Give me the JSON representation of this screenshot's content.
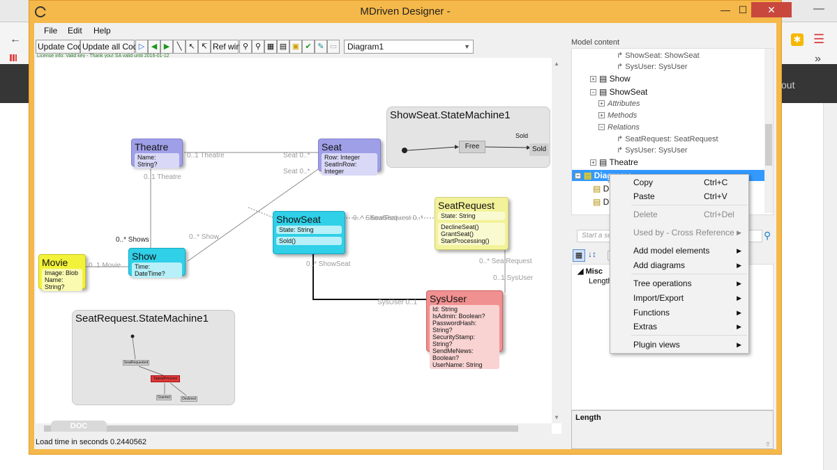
{
  "browser": {
    "tab_right_text": "out"
  },
  "window": {
    "title": "MDriven Designer -"
  },
  "menu": [
    "File",
    "Edit",
    "Help"
  ],
  "toolbar": {
    "update_code": "Update Code",
    "update_all_code": "Update all Code",
    "ref_win": "Ref win",
    "diagram_selected": "Diagram1"
  },
  "license_text": "License info:  Valid key - Thank you! SA valid until 2016-01-12",
  "diagram": {
    "classes": {
      "theatre": {
        "name": "Theatre",
        "attrs": [
          "Name: String?"
        ]
      },
      "seat": {
        "name": "Seat",
        "attrs": [
          "Row: Integer",
          "SeatInRow: Integer"
        ]
      },
      "showseat": {
        "name": "ShowSeat",
        "attrs": [
          "State: String"
        ],
        "methods": [
          "Sold()"
        ]
      },
      "seatrequest": {
        "name": "SeatRequest",
        "attrs": [
          "State: String"
        ],
        "methods": [
          "DeclineSeat()",
          "GrantSeat()",
          "StartProcessing()"
        ]
      },
      "movie": {
        "name": "Movie",
        "attrs": [
          "Image: Blob",
          "Name: String?"
        ]
      },
      "show": {
        "name": "Show",
        "attrs": [
          "Time: DateTime?"
        ]
      },
      "sysuser": {
        "name": "SysUser",
        "attrs": [
          "Id: String",
          "IsAdmin: Boolean?",
          "PasswordHash: String?",
          "SecurityStamp: String?",
          "SendMeNews: Boolean?",
          "UserName: String"
        ]
      }
    },
    "statemachines": {
      "showseat": {
        "title": "ShowSeat.StateMachine1",
        "states": [
          "Free",
          "Sold"
        ],
        "trigger": "Sold"
      },
      "seatrequest": {
        "title": "SeatRequest.StateMachine1",
        "states": [
          "SeatRequested",
          "TapestProcessi",
          "Granted",
          "Declined"
        ]
      }
    },
    "labels": {
      "theatre_mult": "0..1 Theatre",
      "seat_mult": "Seat 0..*",
      "seat_mult2": "Seat 0..*",
      "theatre_mult2": "0..1 Theatre",
      "shows": "0..* Shows",
      "show_mult": "0..* Show",
      "showseat_sr": "0..* ShowSeat",
      "seatrequest_mult": "SeatRequest 0..*",
      "showseat_mult": "0..* ShowSeat",
      "seatrequest_mult2": "0..* SeatRequest",
      "sysuser_mult": "0..1 SysUser",
      "sysuser_mult2": "SysUser 0..1",
      "movie_mult": "0..1 Movie"
    }
  },
  "doc_tab": "DOC",
  "status": "Load time in seconds 0.2440562",
  "tree": {
    "header": "Model content",
    "items": [
      {
        "text": "ShowSeat: ShowSeat",
        "type": "link"
      },
      {
        "text": "SysUser: SysUser",
        "type": "link"
      },
      {
        "text": "Show",
        "type": "class"
      },
      {
        "text": "ShowSeat",
        "type": "class"
      },
      {
        "text": "Attributes",
        "type": "group"
      },
      {
        "text": "Methods",
        "type": "group"
      },
      {
        "text": "Relations",
        "type": "group"
      },
      {
        "text": "SeatRequest: SeatRequest",
        "type": "link"
      },
      {
        "text": "SysUser: SysUser",
        "type": "link"
      },
      {
        "text": "Theatre",
        "type": "class"
      },
      {
        "text": "Diagrams",
        "type": "diagrams"
      },
      {
        "text": "Diag",
        "type": "diag"
      },
      {
        "text": "Diag",
        "type": "diag"
      }
    ]
  },
  "search_placeholder": "Start a sea",
  "props": {
    "section": "Misc",
    "row": "Length"
  },
  "desc_title": "Length",
  "context_menu": [
    {
      "label": "Copy",
      "shortcut": "Ctrl+C"
    },
    {
      "label": "Paste",
      "shortcut": "Ctrl+V"
    },
    {
      "label": "Delete",
      "shortcut": "Ctrl+Del",
      "disabled": true
    },
    {
      "label": "Used by - Cross Reference",
      "disabled": true,
      "sub": true
    },
    {
      "label": "Add model elements",
      "sub": true
    },
    {
      "label": "Add diagrams",
      "sub": true
    },
    {
      "label": "Tree operations",
      "sub": true
    },
    {
      "label": "Import/Export",
      "sub": true
    },
    {
      "label": "Functions",
      "sub": true
    },
    {
      "label": "Extras",
      "sub": true
    },
    {
      "label": "Plugin views",
      "sub": true
    }
  ]
}
